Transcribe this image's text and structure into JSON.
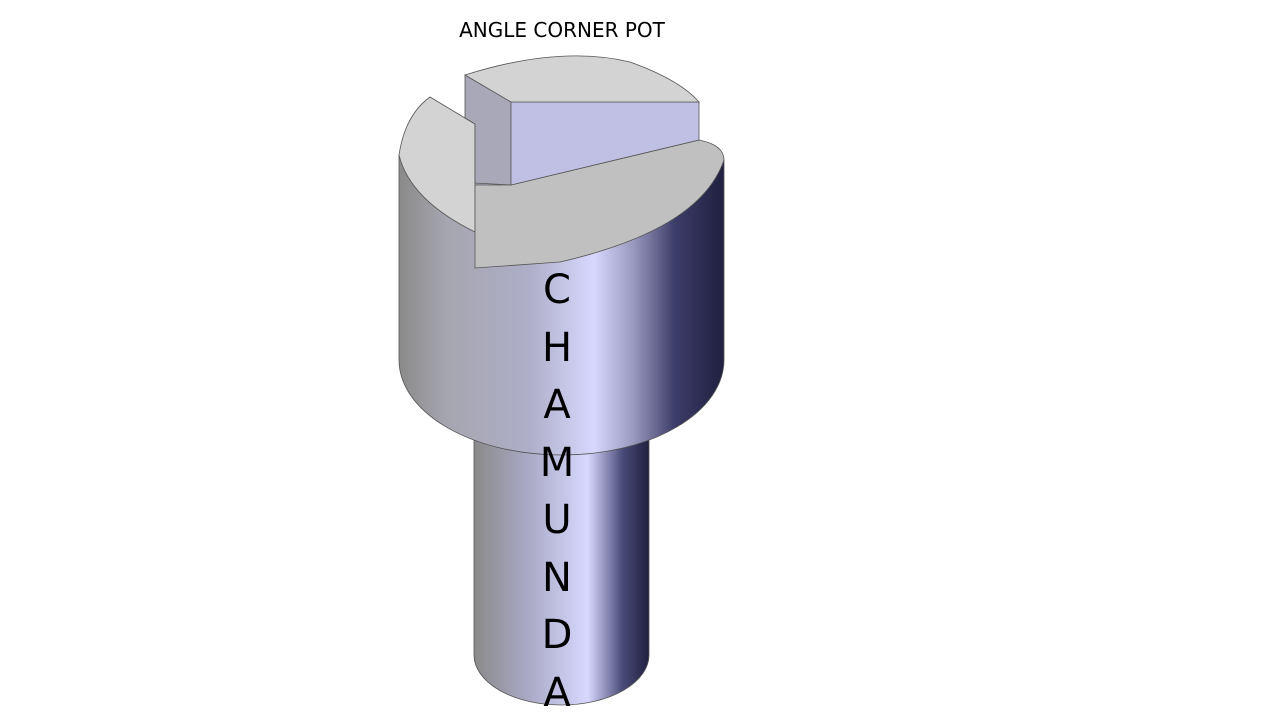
{
  "slide": {
    "title": "ANGLE CORNER POT",
    "vertical_text": [
      "C",
      "H",
      "A",
      "M",
      "U",
      "N",
      "D",
      "A"
    ]
  },
  "colors": {
    "body_dark": "#23234a",
    "body_highlight": "#d8d8ff",
    "top_face": "#d3d3d3",
    "slot_face": "#c0c0e4"
  }
}
